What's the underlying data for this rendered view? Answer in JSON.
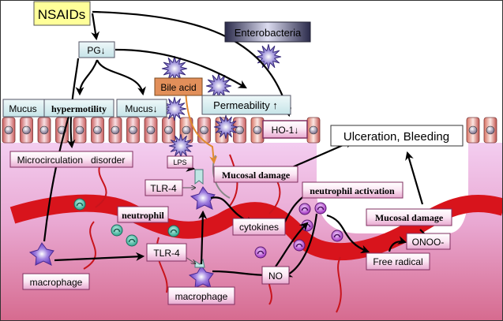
{
  "diagram": {
    "title_box": "NSAIDs",
    "labels": {
      "pg": "PG↓",
      "enterobacteria": "Enterobacteria",
      "bile_acid": "Bile acid",
      "mucus": "Mucus",
      "hypermotility": "hypermotility",
      "mucus_down": "Mucus↓",
      "permeability": "Permeability ↑",
      "ho1": "HO-1↓",
      "ulceration": "Ulceration, Bleeding",
      "microcirculation": "Microcirculation   disorder",
      "lps": "LPS",
      "mucosal_damage_1": "Mucosal damage",
      "tlr4_upper": "TLR-4",
      "neutrophil_activation": "neutrophil activation",
      "neutrophil": "neutrophil",
      "cytokines": "cytokines",
      "mucosal_damage_2": "Mucosal damage",
      "tlr4_lower": "TLR-4",
      "onoo": "ONOO-",
      "no": "NO",
      "free_radical": "Free radical",
      "macrophage_left": "macrophage",
      "macrophage_right": "macrophage"
    },
    "colors": {
      "nsaids_fill": "#ffff99",
      "light_box": "#d6eef0",
      "enterobacteria_fill": "#3a3a5a",
      "bile_fill": "#e0905a",
      "pink_box": "#f8d8ec",
      "vessel": "#d8141c",
      "tissue_top": "#f0c6ee",
      "tissue_bottom": "#d86890",
      "bacteria": "#5a4aa8",
      "neutrophil_teal": "#3fb6a0",
      "neutrophil_purple": "#b050c8"
    }
  }
}
